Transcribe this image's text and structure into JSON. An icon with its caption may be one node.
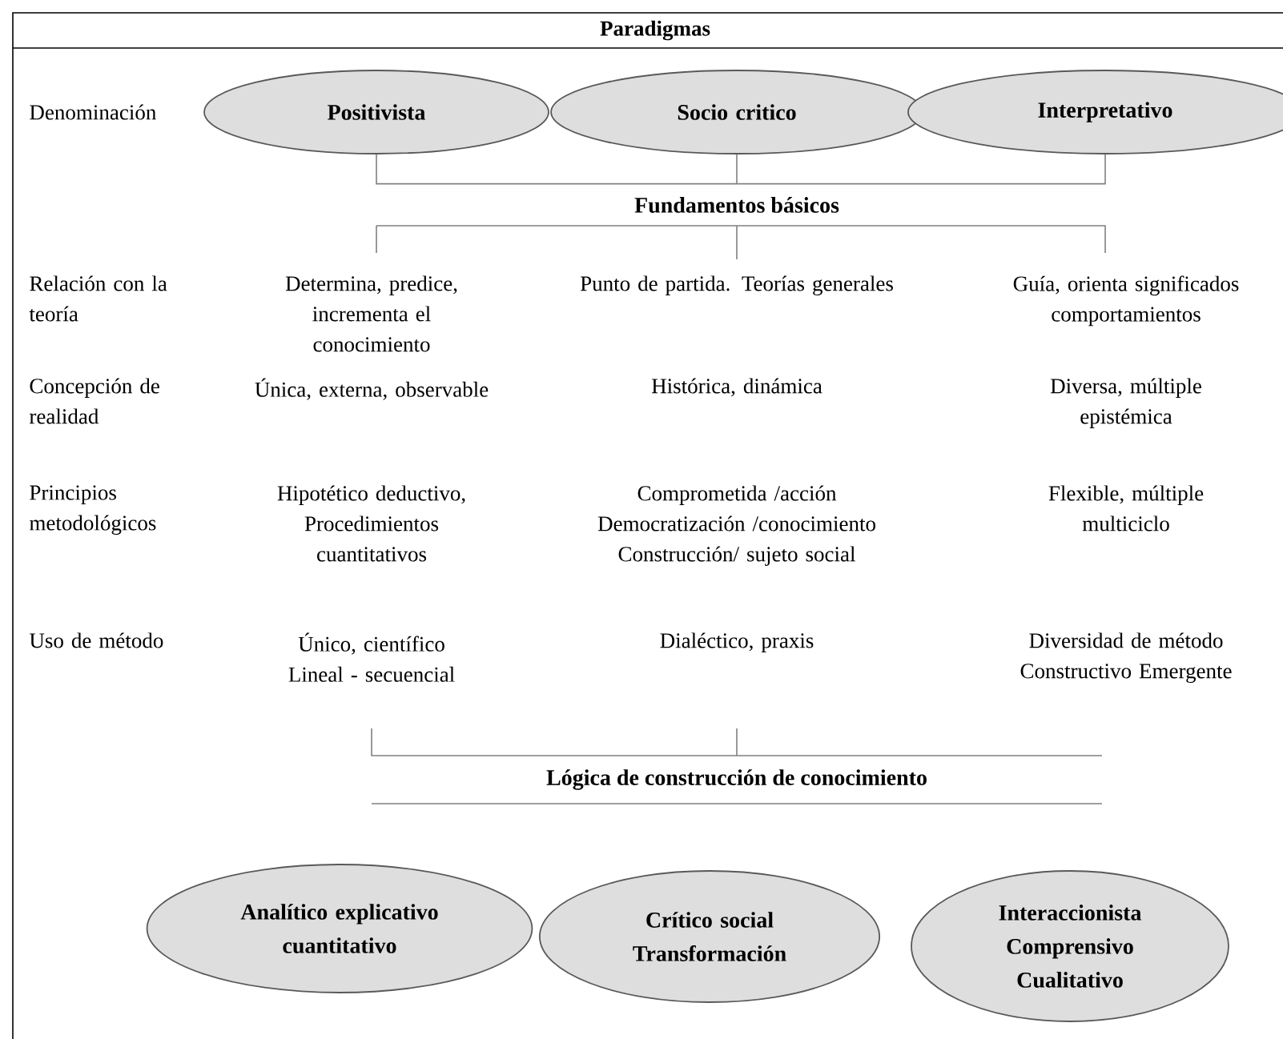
{
  "diagram": {
    "title": "Paradigmas",
    "nodes": [
      {
        "text": [
          "Positivista"
        ]
      },
      {
        "text": [
          "Socio critico"
        ]
      },
      {
        "text": [
          "Interpretativo"
        ]
      },
      {
        "text": [
          "Fundamentos básicos"
        ]
      },
      {
        "text": [
          "Lógica de construcción de conocimiento"
        ]
      },
      {
        "text": [
          "Analítico explicativo cuantitativo"
        ]
      },
      {
        "text": [
          "Crítico social Transformación"
        ]
      },
      {
        "text": [
          "Interaccionista Comprensivo Cualitativo"
        ]
      }
    ],
    "edges": [
      {
        "from": 0,
        "to": 3,
        "arrow": "none"
      },
      {
        "from": 1,
        "to": 3,
        "arrow": "none"
      },
      {
        "from": 2,
        "to": 3,
        "arrow": "none"
      }
    ],
    "labels": [
      "Denominación",
      "Relación con la teoría",
      "Determina, predice, incrementa el conocimiento",
      "Punto de partida. Teorías generales",
      "Guía, orienta significados comportamientos",
      "Concepción de realidad",
      "Única, externa, observable",
      "Histórica, dinámica",
      "Diversa, múltiple epistémica",
      "Principios metodológicos",
      "Hipotético deductivo, Procedimientos cuantitativos",
      "Comprometida /acción Democratización /conocimiento Construcción/ sujeto social",
      "Flexible, múltiple multiciclo",
      "Uso de método",
      "Único, científico Lineal - secuencial",
      "Dialéctico, praxis",
      "Diversidad de método Constructivo Emergente"
    ]
  }
}
